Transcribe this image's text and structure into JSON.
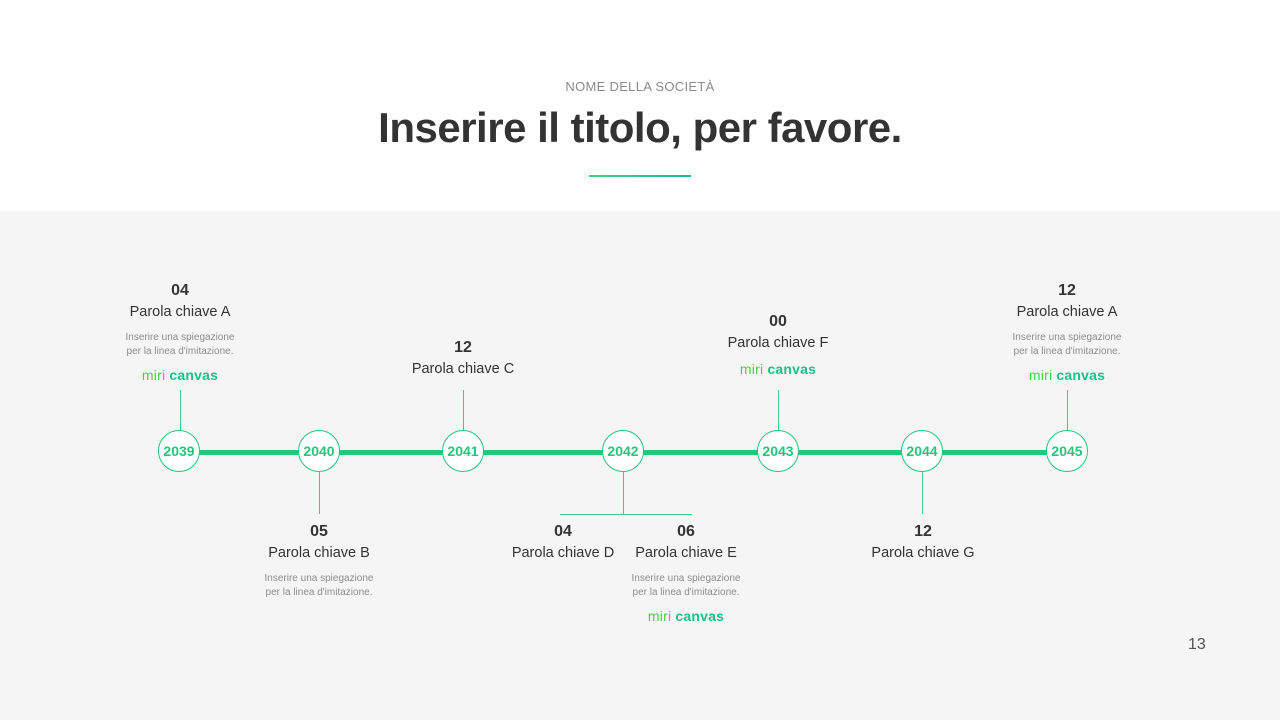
{
  "header": {
    "company": "NOME DELLA SOCIETÀ",
    "title": "Inserire il titolo, per favore."
  },
  "nodes": [
    "2039",
    "2040",
    "2041",
    "2042",
    "2043",
    "2044",
    "2045"
  ],
  "items": {
    "a1": {
      "num": "04",
      "keyword": "Parola chiave A",
      "desc1": "Inserire una spiegazione",
      "desc2": "per la linea d'imitazione."
    },
    "b": {
      "num": "05",
      "keyword": "Parola chiave B",
      "desc1": "Inserire una spiegazione",
      "desc2": "per la linea d'imitazione."
    },
    "c": {
      "num": "12",
      "keyword": "Parola chiave C"
    },
    "d": {
      "num": "04",
      "keyword": "Parola chiave D"
    },
    "e": {
      "num": "06",
      "keyword": "Parola chiave E",
      "desc1": "Inserire una spiegazione",
      "desc2": "per la linea d'imitazione."
    },
    "f": {
      "num": "00",
      "keyword": "Parola chiave F"
    },
    "g": {
      "num": "12",
      "keyword": "Parola chiave G"
    },
    "a2": {
      "num": "12",
      "keyword": "Parola chiave A",
      "desc1": "Inserire una spiegazione",
      "desc2": "per la linea d'imitazione."
    }
  },
  "logo": {
    "part1": "miri",
    "part2": "canvas"
  },
  "page_number": "13",
  "colors": {
    "accent": "#22c77a",
    "background": "#f5f5f6"
  }
}
